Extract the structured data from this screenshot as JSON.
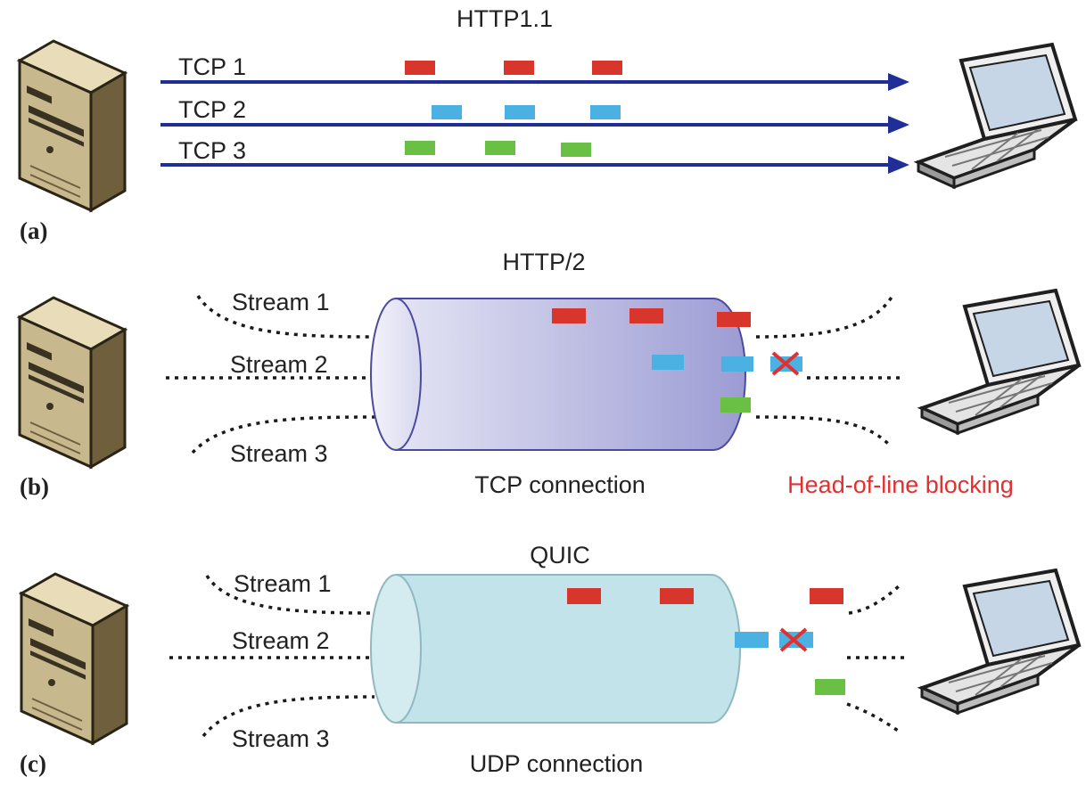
{
  "panel_a": {
    "tag": "(a)",
    "title": "HTTP1.1",
    "lanes": [
      "TCP 1",
      "TCP 2",
      "TCP 3"
    ]
  },
  "panel_b": {
    "tag": "(b)",
    "title": "HTTP/2",
    "streams": [
      "Stream 1",
      "Stream 2",
      "Stream 3"
    ],
    "connection_label": "TCP connection",
    "blocking_label": "Head-of-line blocking"
  },
  "panel_c": {
    "tag": "(c)",
    "title": "QUIC",
    "streams": [
      "Stream 1",
      "Stream 2",
      "Stream 3"
    ],
    "connection_label": "UDP connection"
  },
  "colors": {
    "packet_red": "#d8362c",
    "packet_blue": "#4bb0e2",
    "packet_green": "#6abf45",
    "arrow": "#1f2f97",
    "tcp_pipe": "#b9b9df",
    "udp_pipe": "#c2e3e9",
    "blocked_x": "#e03030"
  },
  "icons": {
    "sender": "server-icon",
    "receiver": "laptop-icon",
    "drop": "cross-icon"
  }
}
